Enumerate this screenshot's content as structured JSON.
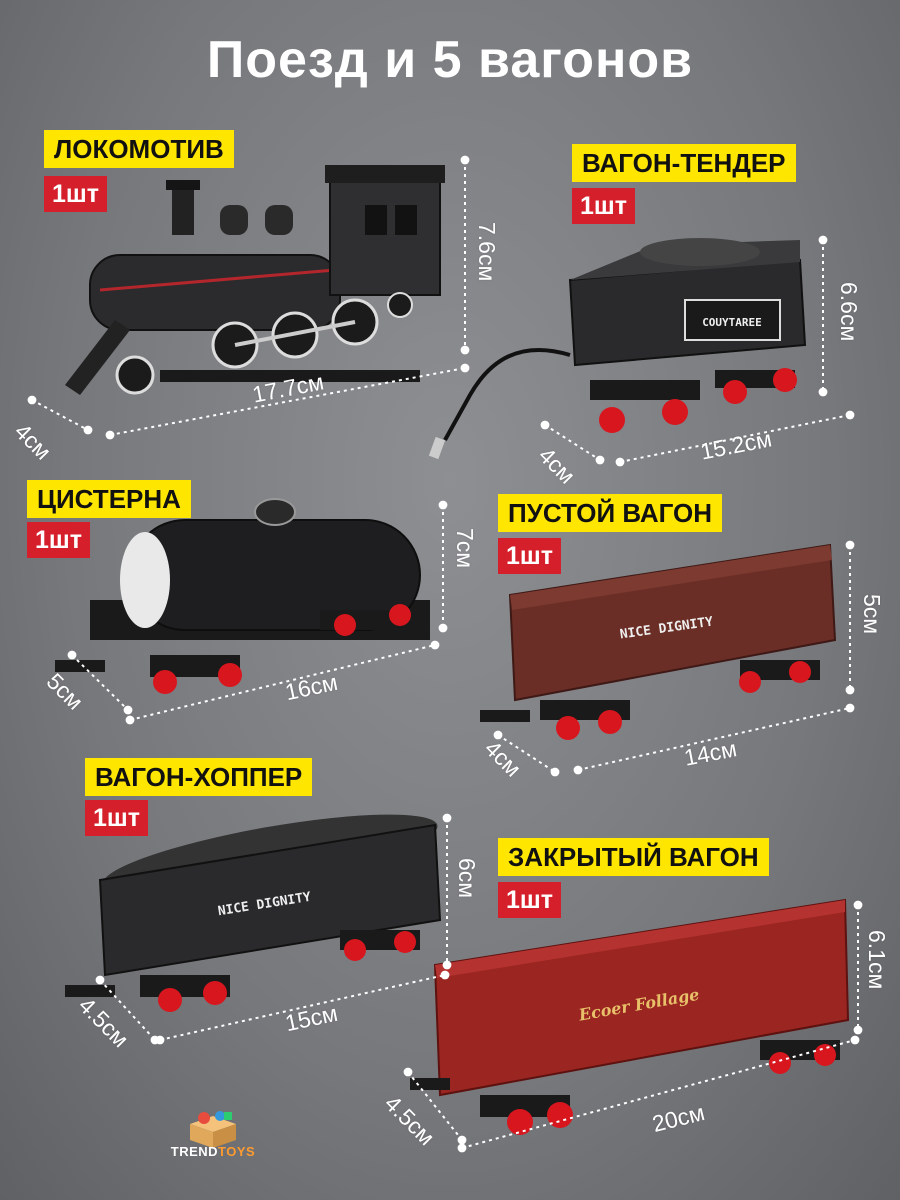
{
  "title": "Поезд и 5 вагонов",
  "items": [
    {
      "name": "ЛОКОМОТИВ",
      "qty": "1шт",
      "length": "17.7см",
      "height": "7.6см",
      "width": "4см",
      "color": "#2b2b2d"
    },
    {
      "name": "ВАГОН-ТЕНДЕР",
      "qty": "1шт",
      "length": "15.2см",
      "height": "6.6см",
      "width": "4см",
      "color": "#2a2a2c",
      "plate": "COUYTAREE"
    },
    {
      "name": "ЦИСТЕРНА",
      "qty": "1шт",
      "length": "16см",
      "height": "7см",
      "width": "5см",
      "color": "#1e1e20"
    },
    {
      "name": "ПУСТОЙ ВАГОН",
      "qty": "1шт",
      "length": "14см",
      "height": "5см",
      "width": "4см",
      "color": "#6b2e26",
      "text": "NICE DIGNITY"
    },
    {
      "name": "ВАГОН-ХОППЕР",
      "qty": "1шт",
      "length": "15см",
      "height": "6см",
      "width": "4.5см",
      "color": "#2a2a2c",
      "text": "NICE DIGNITY"
    },
    {
      "name": "ЗАКРЫТЫЙ ВАГОН",
      "qty": "1шт",
      "length": "20см",
      "height": "6.1см",
      "width": "4.5см",
      "color": "#9b2521",
      "text": "Ecoer Follage"
    }
  ],
  "brand": {
    "part1": "TREND",
    "part2": "TOYS"
  },
  "colors": {
    "label_bg": "#ffe600",
    "qty_bg": "#d51f2b",
    "wheel": "#d8161e"
  }
}
